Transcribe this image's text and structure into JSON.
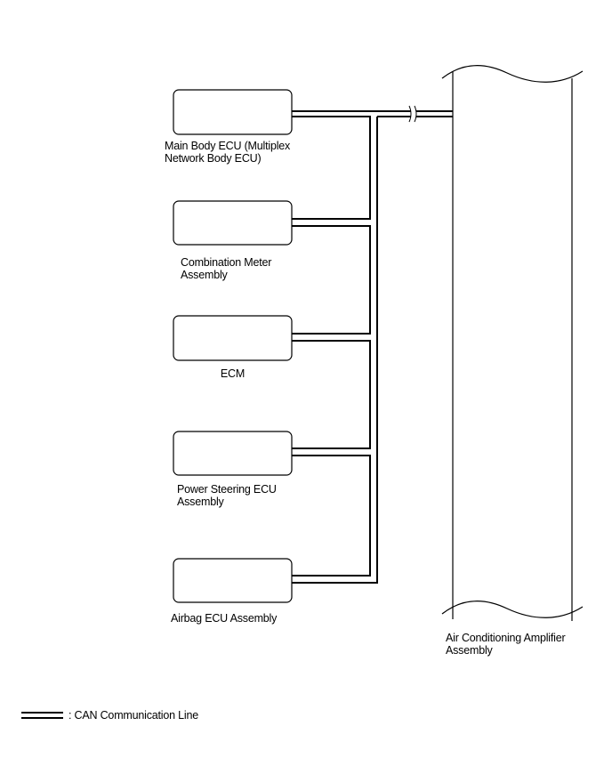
{
  "diagram": {
    "components": [
      {
        "id": "main-body-ecu",
        "label_lines": [
          "Main Body ECU (Multiplex",
          "Network Body ECU)"
        ]
      },
      {
        "id": "combination-meter",
        "label_lines": [
          "Combination Meter",
          "Assembly"
        ]
      },
      {
        "id": "ecm",
        "label_lines": [
          "ECM"
        ]
      },
      {
        "id": "power-steering-ecu",
        "label_lines": [
          "Power Steering ECU",
          "Assembly"
        ]
      },
      {
        "id": "airbag-ecu",
        "label_lines": [
          "Airbag ECU Assembly"
        ]
      }
    ],
    "amplifier": {
      "label_lines": [
        "Air Conditioning Amplifier",
        "Assembly"
      ]
    },
    "legend": {
      "label": ": CAN Communication Line"
    }
  }
}
